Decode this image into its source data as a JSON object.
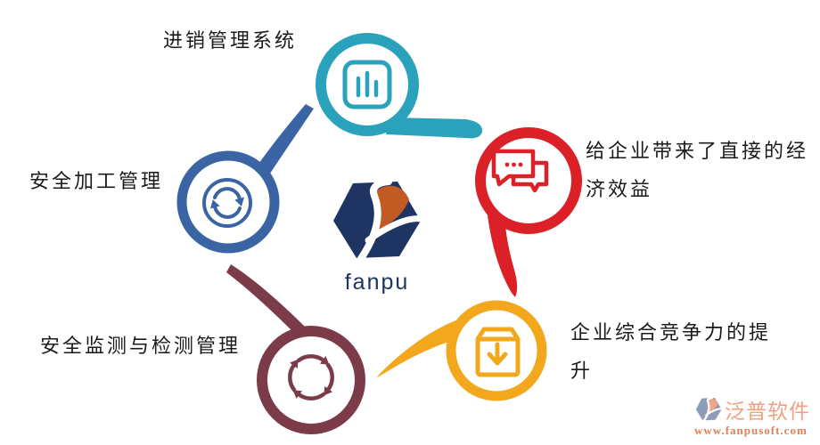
{
  "theme": {
    "label": "#1A1A1A",
    "navy": "#1E3462",
    "wm_brand": "#F0A182",
    "wm_url": "#DE8255",
    "background": "#FFFFFF"
  },
  "nodes": [
    {
      "id": "purchase-sales",
      "label": "进销管理系统",
      "color": "#2BA2BC",
      "icon": "bar-chart-icon"
    },
    {
      "id": "economic-benefit",
      "label": "给企业带来了直接的经济效益",
      "color": "#DB2027",
      "icon": "chat-bubbles-icon"
    },
    {
      "id": "competitiveness",
      "label": "企业综合竞争力的提升",
      "color": "#F2A71D",
      "icon": "package-download-icon"
    },
    {
      "id": "safety-monitoring",
      "label": "安全监测与检测管理",
      "color": "#7C3B49",
      "icon": "cycle-arrows-icon"
    },
    {
      "id": "safety-processing",
      "label": "安全加工管理",
      "color": "#3B64A4",
      "icon": "sync-arrows-icon"
    }
  ],
  "center_logo": {
    "brand": "fanpu",
    "navy": "#1E3462",
    "orange": "#C25A24"
  },
  "watermark": {
    "brand": "泛普软件",
    "url": "www.fanpusoft.com",
    "brand_color": "#F0A182",
    "url_color": "#DE8255",
    "icon_color": "#8D9CB8",
    "icon_accent": "#F0A488"
  }
}
